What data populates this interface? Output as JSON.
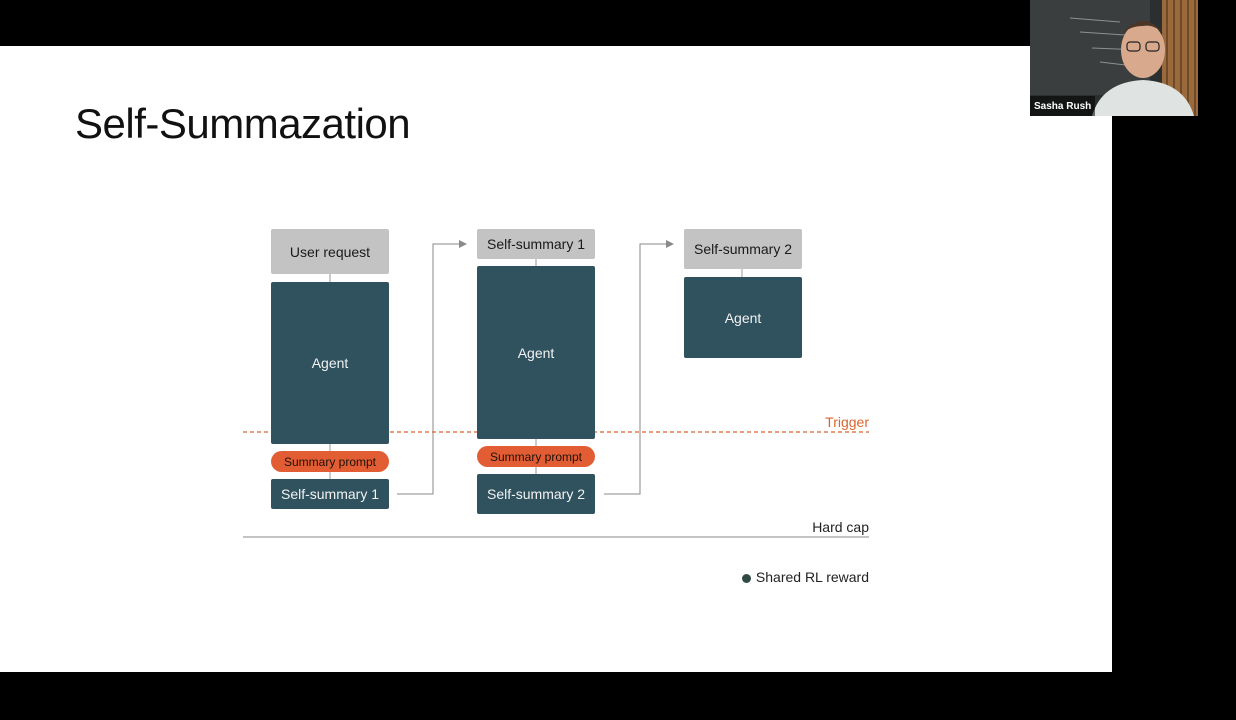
{
  "slide": {
    "title": "Self-Summazation"
  },
  "diagram": {
    "col1": {
      "header": "User request",
      "agent": "Agent",
      "summary_prompt": "Summary prompt",
      "output": "Self-summary 1"
    },
    "col2": {
      "header": "Self-summary 1",
      "agent": "Agent",
      "summary_prompt": "Summary prompt",
      "output": "Self-summary 2"
    },
    "col3": {
      "header": "Self-summary 2",
      "agent": "Agent"
    },
    "trigger_label": "Trigger",
    "hard_cap_label": "Hard cap",
    "legend_label": "Shared RL reward"
  },
  "video": {
    "participant_name": "Sasha Rush"
  },
  "colors": {
    "teal": "#2f525e",
    "gray": "#c3c3c3",
    "orange": "#e25d33",
    "trigger": "#d9652f"
  }
}
